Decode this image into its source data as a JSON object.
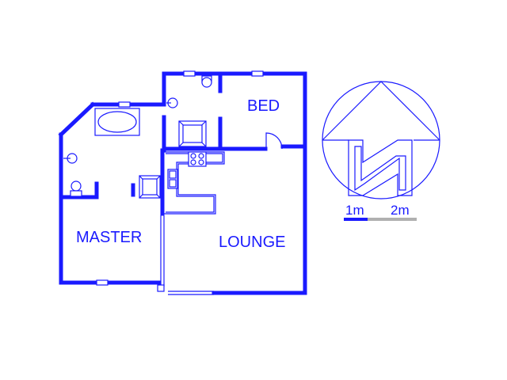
{
  "rooms": {
    "bed": "BED",
    "master": "MASTER",
    "lounge": "LOUNGE"
  },
  "compass": {
    "letter": "N"
  },
  "scale": {
    "first": "1m",
    "second": "2m"
  },
  "colors": {
    "line": "#1a1aff",
    "scale_secondary": "#b0b0b0",
    "background": "#ffffff"
  }
}
